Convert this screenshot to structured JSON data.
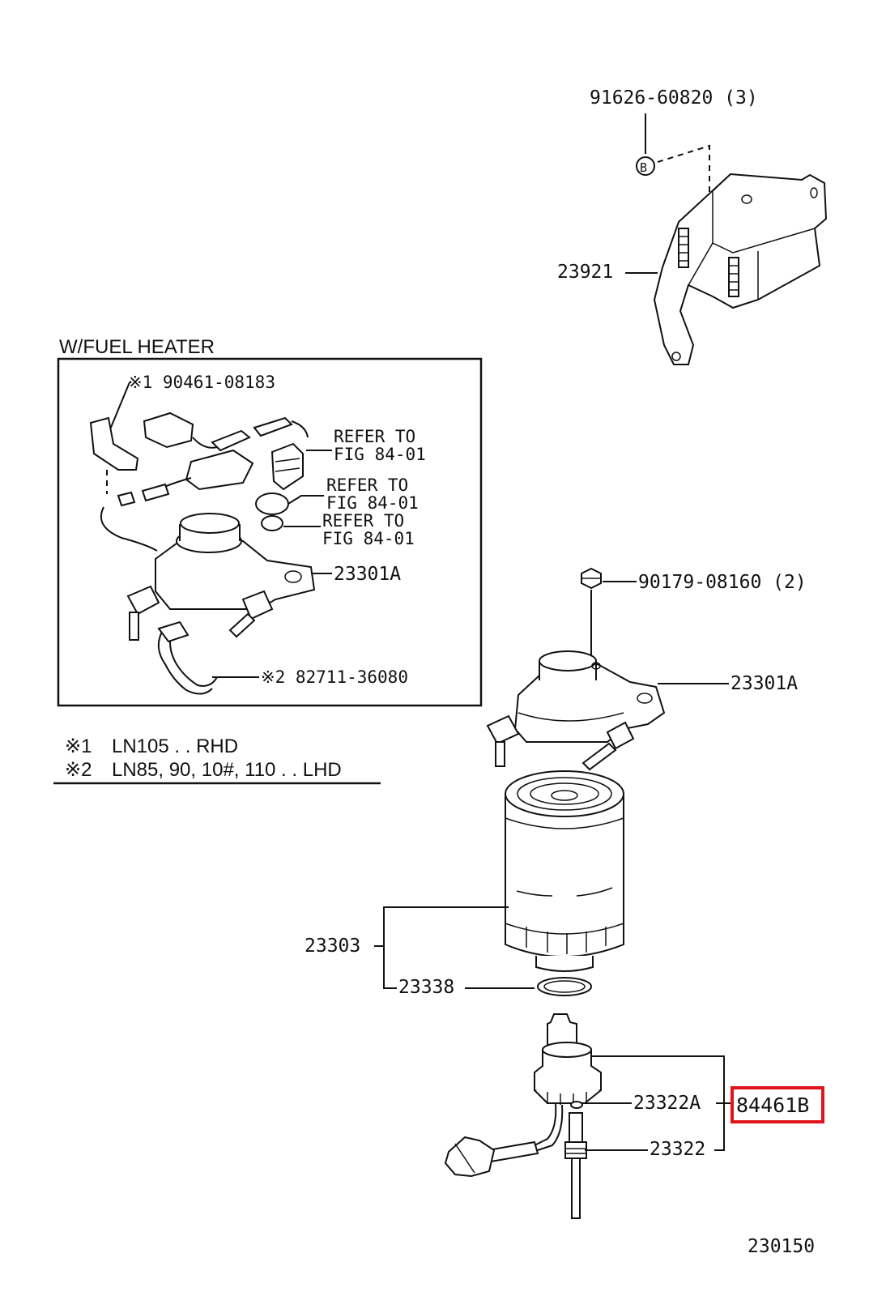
{
  "parts": {
    "bolt_top": "91626-60820 (3)",
    "bolt_marker": "B",
    "bracket": "23921",
    "nut": "90179-08160 (2)",
    "filter_head_main": "23301A",
    "filter_assy": "23303",
    "gasket": "23338",
    "sensor_ring": "23322A",
    "sensor": "23322",
    "sensor_kit": "84461B",
    "figure_number": "230150"
  },
  "inset": {
    "title": "W/FUEL HEATER",
    "relay_part": "※1 90461-08183",
    "refer_1_line1": "REFER TO",
    "refer_1_line2": "FIG 84-01",
    "refer_2_line1": "REFER TO",
    "refer_2_line2": "FIG 84-01",
    "refer_3_line1": "REFER TO",
    "refer_3_line2": "FIG 84-01",
    "filter_head": "23301A",
    "wire_part": "※2 82711-36080"
  },
  "notes": {
    "note1_mark": "※1",
    "note1_text": "LN105 . . RHD",
    "note2_mark": "※2",
    "note2_text": "LN85, 90, 10#, 110 . . LHD"
  },
  "highlight": {
    "color": "#e0151b",
    "target": "84461B"
  }
}
